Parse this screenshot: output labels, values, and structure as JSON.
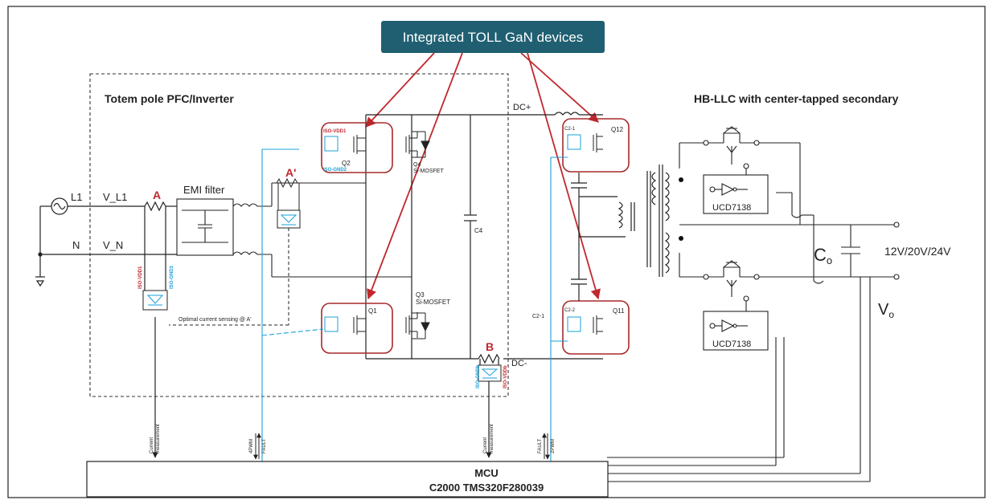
{
  "title_badge": "Integrated TOLL GaN devices",
  "left_section_title": "Totem pole PFC/Inverter",
  "right_section_title": "HB-LLC with center-tapped secondary",
  "inputs": {
    "line": "L1",
    "line_net": "V_L1",
    "neutral": "N",
    "neutral_net": "V_N"
  },
  "points": {
    "a": "A",
    "a_prime": "A'",
    "b": "B"
  },
  "emi_filter": "EMI filter",
  "note_current_sensing": "Optimal current sensing @ A'",
  "bus": {
    "pos": "DC+",
    "neg": "DC-"
  },
  "devices": {
    "q1": "Q1",
    "q2": "Q2",
    "q3": "Q3",
    "q4": "Q4",
    "q11": "Q11",
    "q12": "Q12",
    "q3_type": "Si-MOSFET",
    "q4_type": "Si-MOSFET",
    "c4": "C4"
  },
  "iso": {
    "vdd1": "ISO-VDD1",
    "gnd2": "ISO-GND2",
    "vdd": "ISO-VDD1",
    "gnd": "ISO-GND1",
    "b_gnd": "ISO-GNDb",
    "b_vdd": "ISO-VDDb"
  },
  "llc_labels": {
    "c2_1": "C2-1",
    "c2_1_outer": "C2-1",
    "c2_2": "C2-2"
  },
  "drivers": {
    "top": "UCD7138",
    "bottom": "UCD7138"
  },
  "output": {
    "cap": "C",
    "cap_sub": "o",
    "voltage": "12V/20V/24V",
    "vo": "V",
    "vo_sub": "o"
  },
  "signals": {
    "current_measurement_line1": "Current",
    "current_measurement_line2": "measurement",
    "pwm_left_1": "4PWM",
    "pwm_left_2": "FAULT",
    "pwm_right_1": "FAULT",
    "pwm_right_2": "2PWM"
  },
  "mcu": {
    "title": "MCU",
    "part": "C2000 TMS320F280039"
  },
  "colors": {
    "badge": "#1f5f71",
    "red": "#c0282d",
    "blue": "#1aa0d8",
    "wire": "#2a2a2a"
  }
}
